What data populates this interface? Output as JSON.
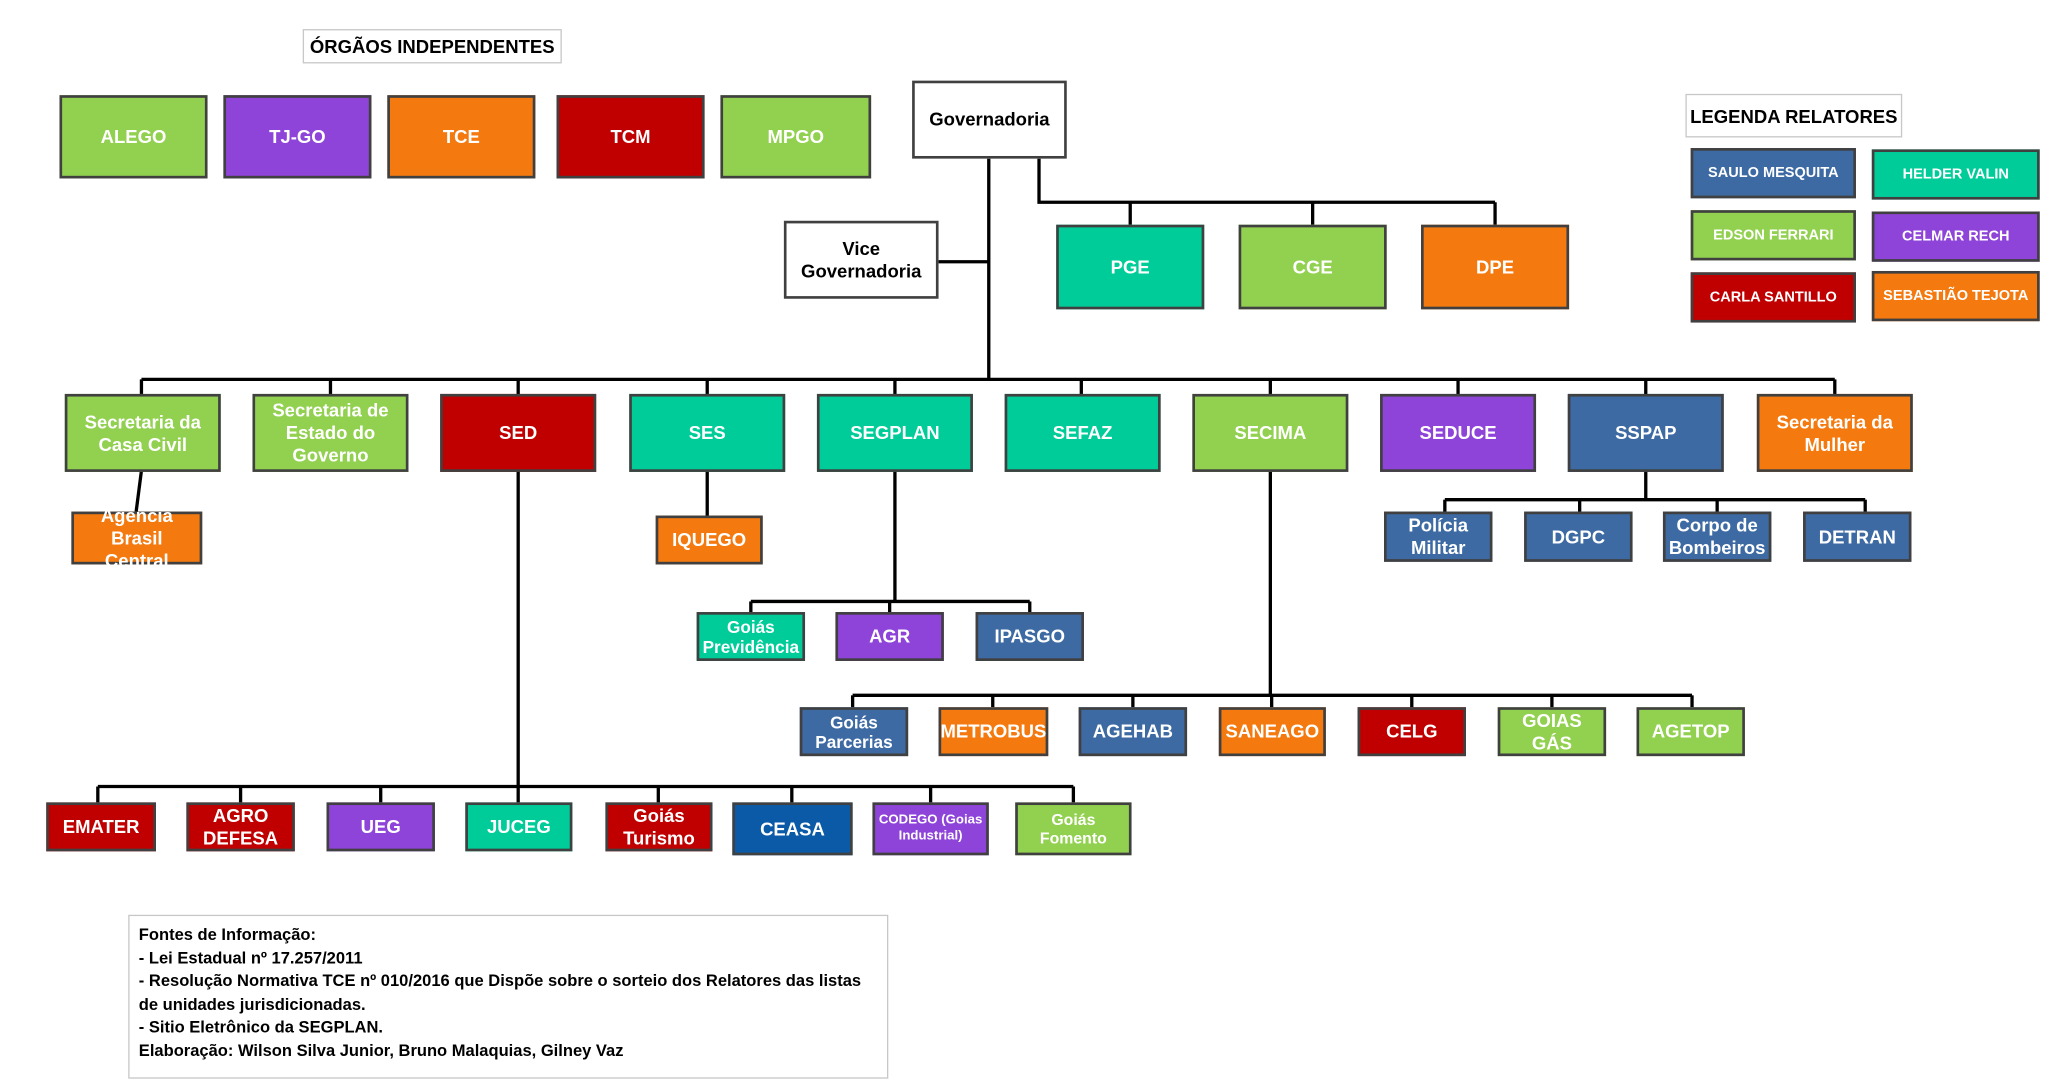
{
  "independent": {
    "title": "ÓRGÃOS INDEPENDENTES",
    "items": [
      "ALEGO",
      "TJ-GO",
      "TCE",
      "TCM",
      "MPGO"
    ]
  },
  "governadoria": "Governadoria",
  "vice": "Vice Governadoria",
  "gov_direct": [
    "PGE",
    "CGE",
    "DPE"
  ],
  "secretarias": [
    "Secretaria da Casa Civil",
    "Secretaria de Estado do Governo",
    "SED",
    "SES",
    "SEGPLAN",
    "SEFAZ",
    "SECIMA",
    "SEDUCE",
    "SSPAP",
    "Secretaria da Mulher"
  ],
  "casa_civil_sub": [
    "Agência Brasil Central"
  ],
  "ses_sub": [
    "IQUEGO"
  ],
  "segplan_sub": [
    "Goiás Previdência",
    "AGR",
    "IPASGO"
  ],
  "sspap_sub": [
    "Polícia Militar",
    "DGPC",
    "Corpo de Bombeiros",
    "DETRAN"
  ],
  "secima_sub": [
    "Goiás Parcerias",
    "METROBUS",
    "AGEHAB",
    "SANEAGO",
    "CELG",
    "GOIAS GÁS",
    "AGETOP"
  ],
  "sed_sub": [
    "EMATER",
    "AGRO DEFESA",
    "UEG",
    "JUCEG",
    "Goiás Turismo",
    "CEASA",
    "CODEGO (Goias Industrial)",
    "Goiás Fomento"
  ],
  "legend": {
    "title": "LEGENDA  RELATORES",
    "items": [
      {
        "name": "SAULO MESQUITA",
        "color": "#3d6aa3"
      },
      {
        "name": "HELDER VALIN",
        "color": "#00cc99"
      },
      {
        "name": "EDSON FERRARI",
        "color": "#92d050"
      },
      {
        "name": "CELMAR RECH",
        "color": "#8e44d8"
      },
      {
        "name": "CARLA SANTILLO",
        "color": "#c00000"
      },
      {
        "name": "SEBASTIÃO TEJOTA",
        "color": "#f47a10"
      }
    ]
  },
  "notes": {
    "heading": "Fontes de Informação:",
    "lines": [
      "- Lei Estadual nº 17.257/2011",
      "- Resolução Normativa TCE nº 010/2016 que Dispõe sobre o sorteio dos Relatores das listas de unidades jurisdicionadas.",
      "- Sitio Eletrônico da SEGPLAN.",
      "Elaboração: Wilson Silva Junior, Bruno Malaquias, Gilney Vaz"
    ]
  }
}
